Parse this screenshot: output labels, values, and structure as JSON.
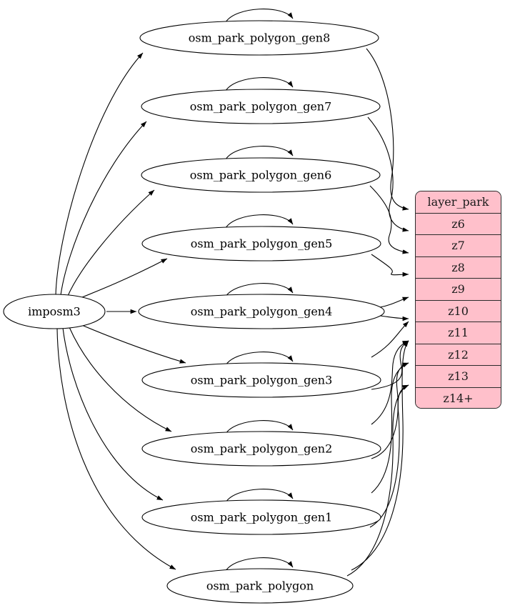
{
  "diagram": {
    "type": "graphviz-digraph",
    "background": "#ffffff",
    "edge_color": "#000000",
    "node_fill": "#ffffff",
    "node_stroke": "#000000"
  },
  "source_node": {
    "label": "imposm3"
  },
  "tables": [
    {
      "label": "osm_park_polygon_gen8"
    },
    {
      "label": "osm_park_polygon_gen7"
    },
    {
      "label": "osm_park_polygon_gen6"
    },
    {
      "label": "osm_park_polygon_gen5"
    },
    {
      "label": "osm_park_polygon_gen4"
    },
    {
      "label": "osm_park_polygon_gen3"
    },
    {
      "label": "osm_park_polygon_gen2"
    },
    {
      "label": "osm_park_polygon_gen1"
    },
    {
      "label": "osm_park_polygon"
    }
  ],
  "layer_park": {
    "title": "layer_park",
    "fill": "#ffc0cb",
    "stroke": "#2b2b2b",
    "rows": [
      "z6",
      "z7",
      "z8",
      "z9",
      "z10",
      "z11",
      "z12",
      "z13",
      "z14+"
    ]
  },
  "edges": {
    "self_loops": 9,
    "from_source_count": 9,
    "to_layer_count": 9
  }
}
